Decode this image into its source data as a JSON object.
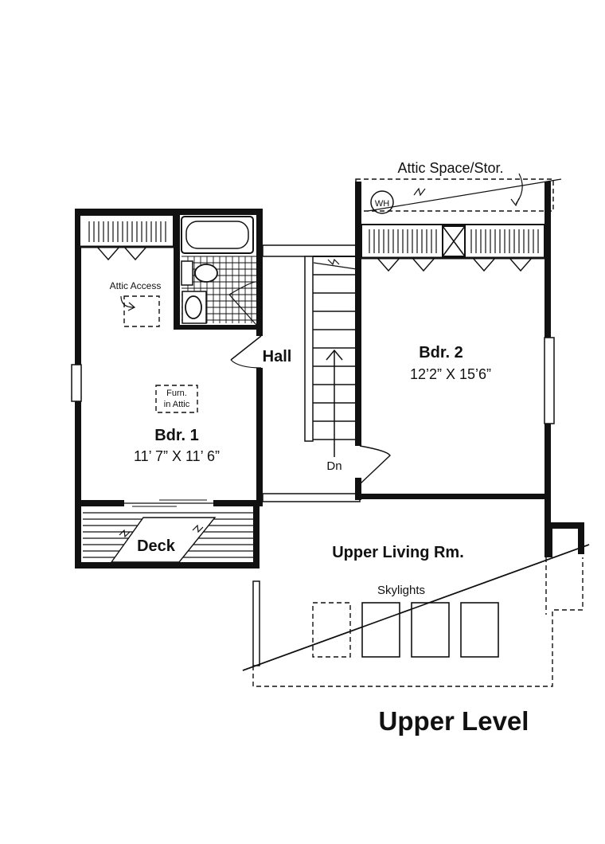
{
  "plan": {
    "title": "Upper Level",
    "labels": {
      "attic_space": "Attic Space/Stor.",
      "water_heater": "WH",
      "attic_access": "Attic Access",
      "furn_line1": "Furn.",
      "furn_line2": "in Attic",
      "bdr1_name": "Bdr. 1",
      "bdr1_size": "11’ 7” X 11’ 6”",
      "hall": "Hall",
      "bdr2_name": "Bdr. 2",
      "bdr2_size": "12’2” X 15’6”",
      "stair_dn": "Dn",
      "deck": "Deck",
      "upper_living": "Upper Living Rm.",
      "skylights": "Skylights"
    }
  }
}
